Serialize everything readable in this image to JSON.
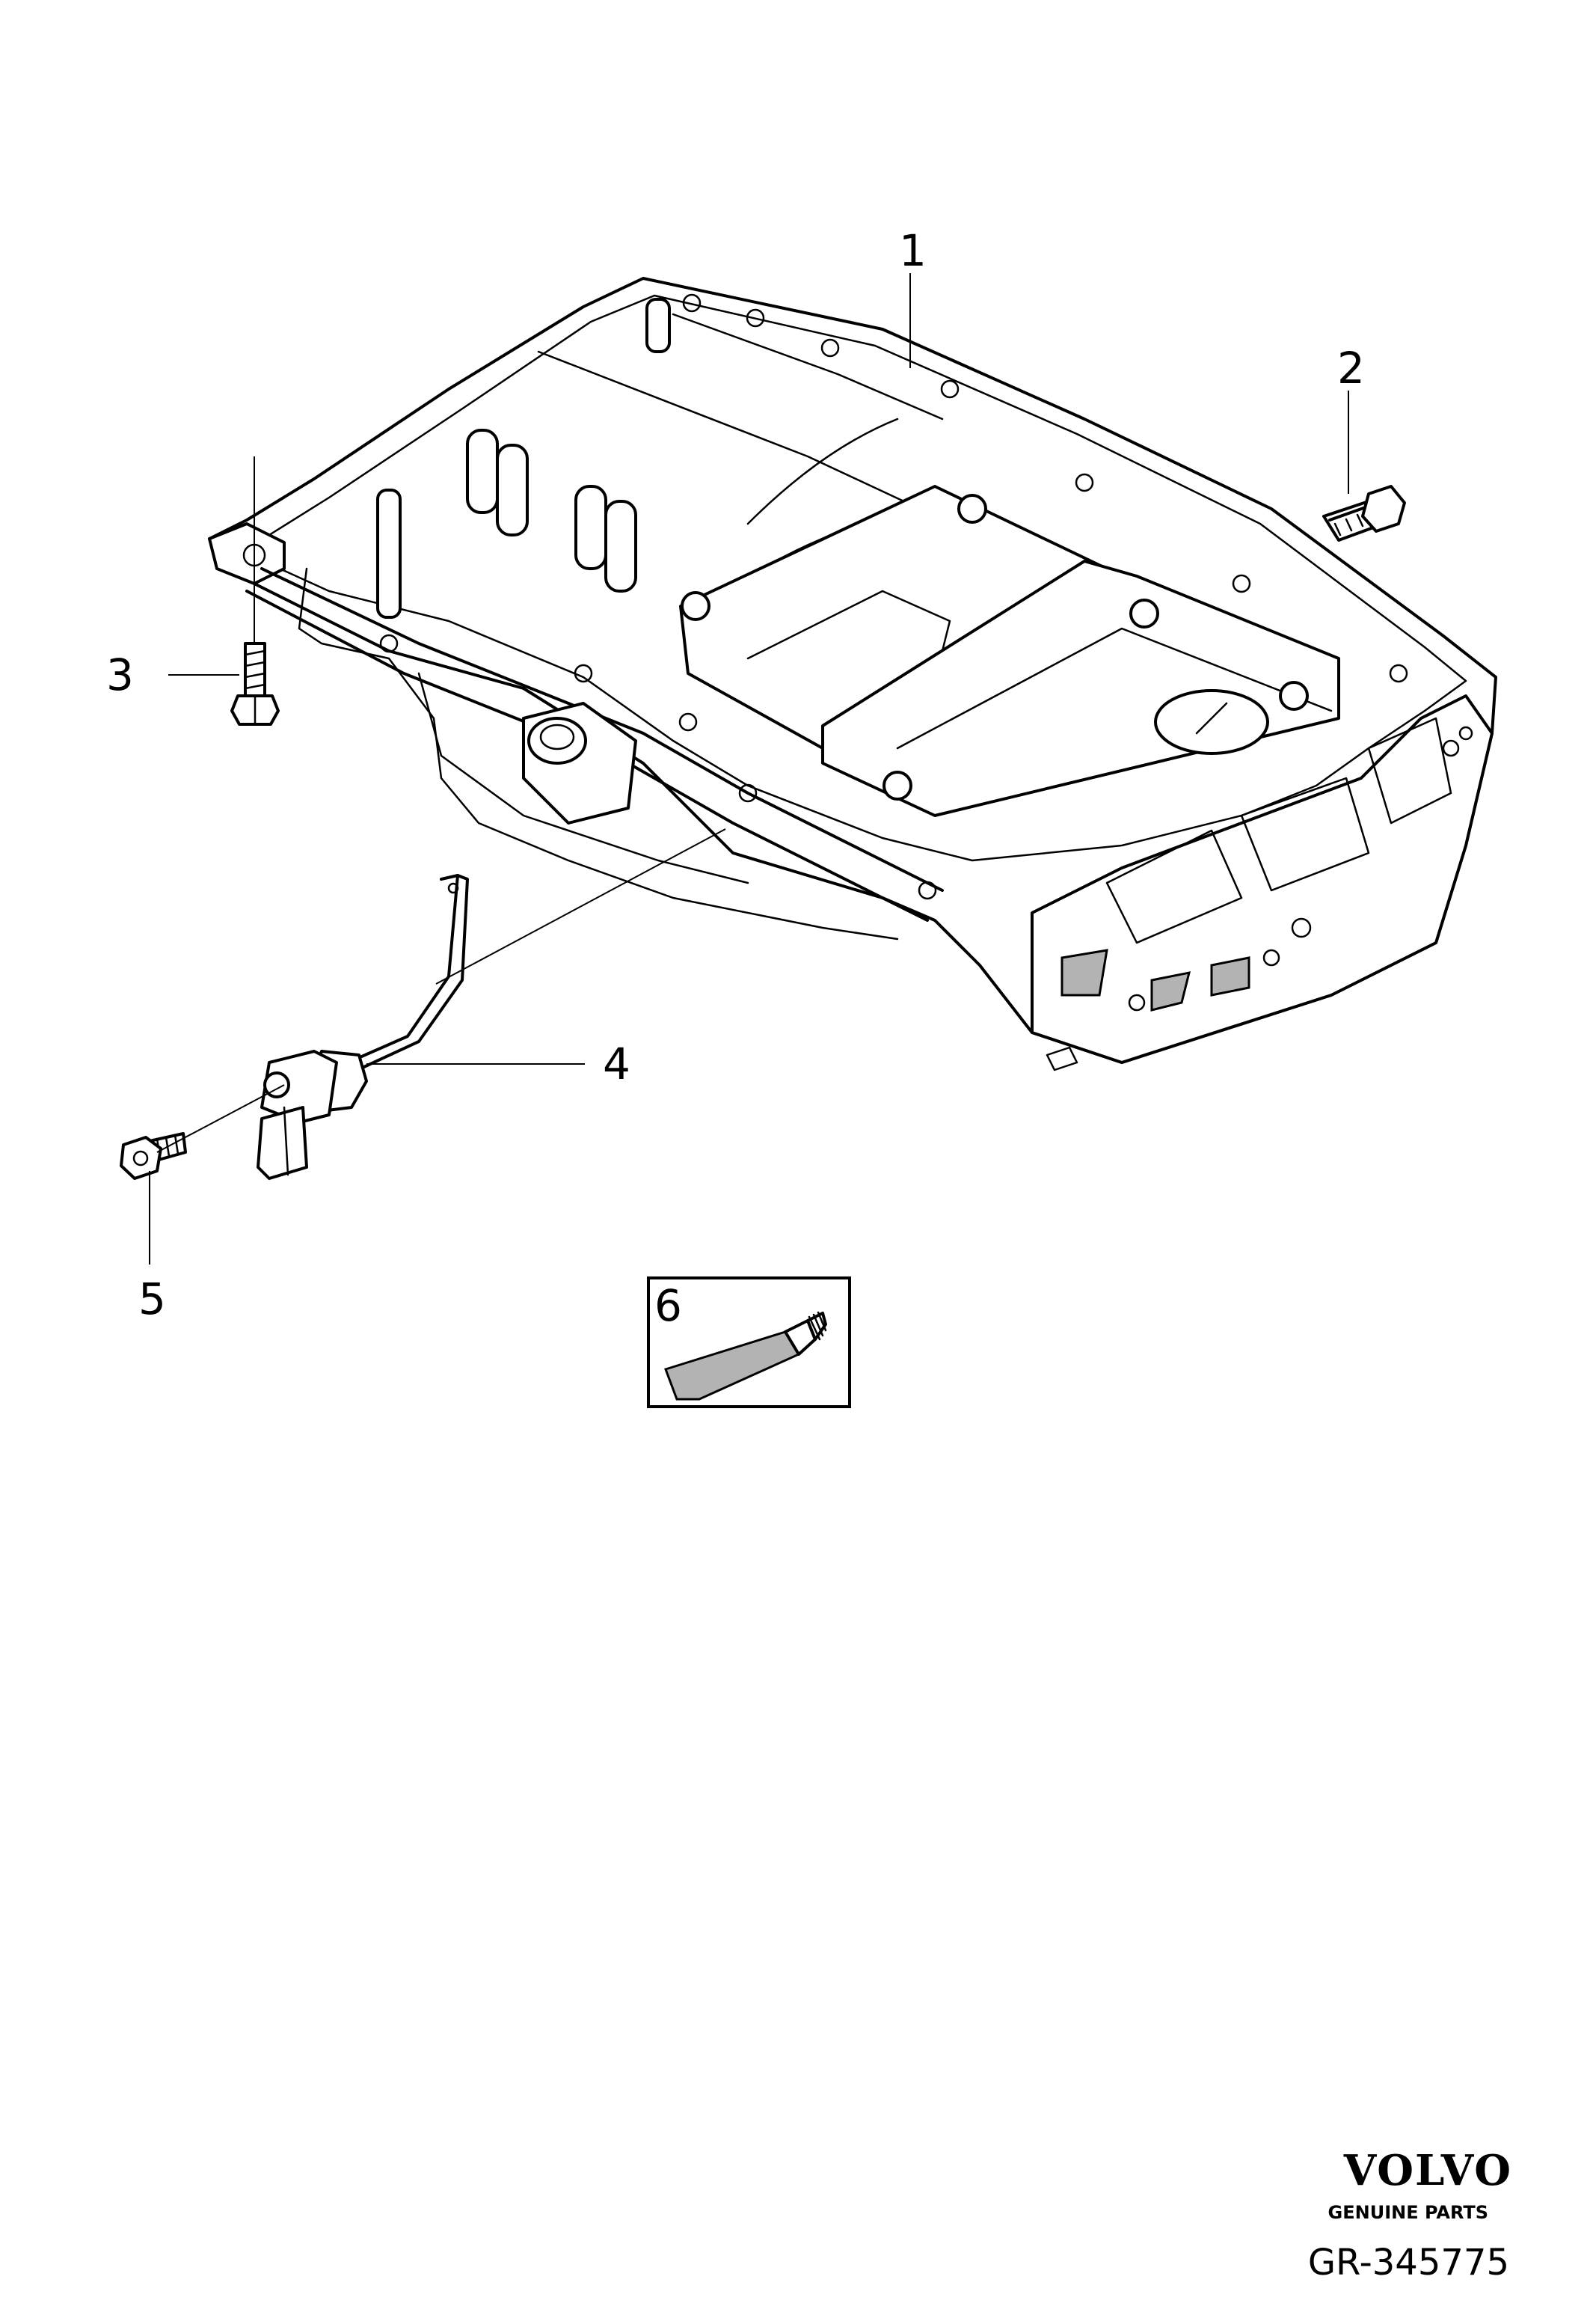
{
  "callouts": {
    "oil_pan": "1",
    "flange_bolt_top": "2",
    "flange_bolt_left": "3",
    "oil_level_sensor": "4",
    "sensor_bolt": "5",
    "sealant": "6"
  },
  "branding": {
    "logo_text": "VOLVO",
    "logo_subtitle": "GENUINE PARTS",
    "figure_number": "GR-345775"
  }
}
